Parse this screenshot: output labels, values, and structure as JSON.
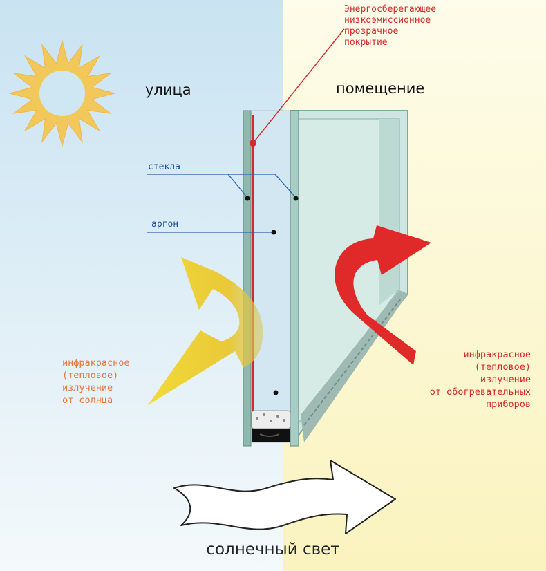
{
  "labels": {
    "outside": "улица",
    "inside": "помещение",
    "coating": [
      "Энергосберегающее",
      "низкоэмиссионное",
      "прозрачное",
      "покрытие"
    ],
    "glass": "стекла",
    "argon": "аргон",
    "ir_sun": [
      "инфракрасное",
      "(тепловое)",
      "излучение",
      "от солнца"
    ],
    "ir_heaters": [
      "инфракрасное",
      "(тепловое)",
      "излучение",
      "от обогревательных",
      "приборов"
    ],
    "sunlight": "солнечный свет"
  },
  "colors": {
    "outside_bg": "#cfe6f3",
    "inside_bg": "#fbf7d2",
    "coating_red": "#d42a2a",
    "label_blue": "#1b4f9a",
    "sun": "#f3c85a",
    "yellow_arrow": "#f0d21e",
    "red_arrow": "#e02a2a",
    "glass": "#c5e0db"
  },
  "icons": [
    "sun-icon",
    "yellow-ir-arrow",
    "red-ir-arrow",
    "sunlight-wave-arrow"
  ]
}
